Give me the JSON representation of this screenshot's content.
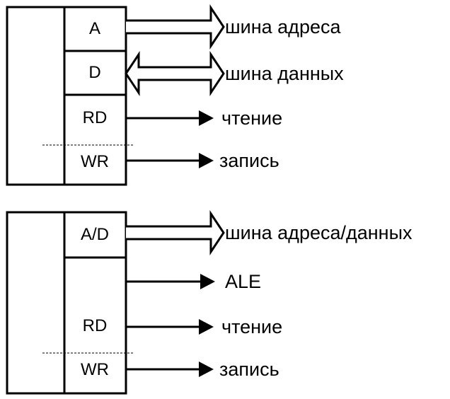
{
  "diagrams": [
    {
      "pins": [
        {
          "label": "A",
          "signal": "шина адреса",
          "arrow": "bus-right"
        },
        {
          "label": "D",
          "signal": "шина данных",
          "arrow": "bus-bidirectional"
        },
        {
          "label": "RD",
          "signal": "чтение",
          "arrow": "line-right"
        },
        {
          "label": "WR",
          "signal": "запись",
          "arrow": "line-right"
        }
      ]
    },
    {
      "pins": [
        {
          "label": "A/D",
          "signal": "шина адреса/данных",
          "arrow": "bus-right"
        },
        {
          "label": "",
          "signal": "ALE",
          "arrow": "line-right"
        },
        {
          "label": "RD",
          "signal": "чтение",
          "arrow": "line-right"
        },
        {
          "label": "WR",
          "signal": "запись",
          "arrow": "line-right"
        }
      ]
    }
  ]
}
